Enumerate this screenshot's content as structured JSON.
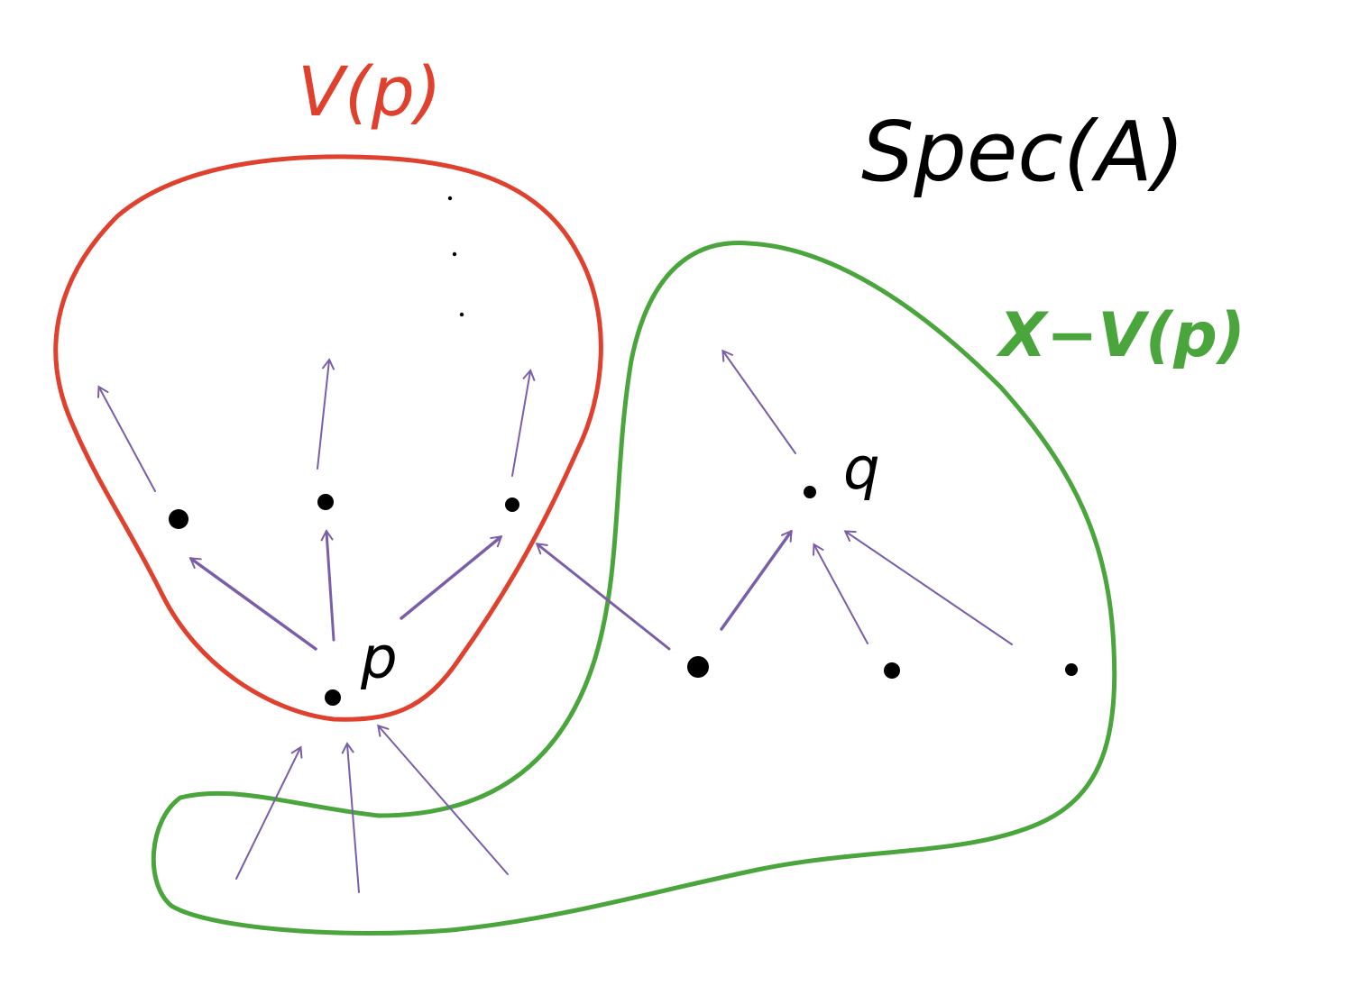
{
  "labels": {
    "space": "Spec(A)",
    "open_set": "V(p)",
    "complement": "X−V(p)",
    "point_p": "p",
    "point_q": "q"
  },
  "colors": {
    "open_set": "#e0412e",
    "complement": "#4aa63c",
    "arrows": "#7a5fa8",
    "points": "#000000",
    "text": "#000000"
  }
}
